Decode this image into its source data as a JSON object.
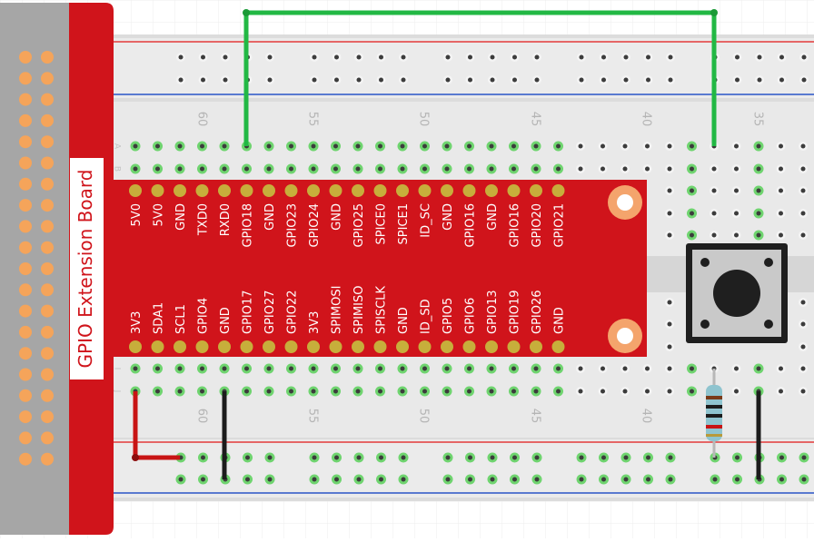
{
  "board": {
    "title": "GPIO Extension Board",
    "top_pins": [
      "5V0",
      "5V0",
      "GND",
      "TXD0",
      "RXD0",
      "GPIO18",
      "GND",
      "GPIO23",
      "GPIO24",
      "GND",
      "GPIO25",
      "SPICE0",
      "SPICE1",
      "ID_SC",
      "GND",
      "GPIO16",
      "GND",
      "GPIO16",
      "GPIO20",
      "GPIO21"
    ],
    "bottom_pins": [
      "3V3",
      "SDA1",
      "SCL1",
      "GPIO4",
      "GND",
      "GPIO17",
      "GPIO27",
      "GPIO22",
      "3V3",
      "SPIMOSI",
      "SPIMISO",
      "SPISCLK",
      "GND",
      "ID_SD",
      "GPIO5",
      "GPIO6",
      "GPIO13",
      "GPIO19",
      "GPIO26",
      "GND"
    ]
  },
  "breadboard": {
    "column_numbers_top": [
      "60",
      "55",
      "50",
      "45",
      "40",
      "35"
    ],
    "column_numbers_bottom": [
      "60",
      "55",
      "50",
      "45",
      "40"
    ],
    "row_letters": [
      "A",
      "B",
      "I",
      "J"
    ]
  },
  "colors": {
    "board_red": "#d0141b",
    "board_gray": "#a6a6a6",
    "header_pin": "#f5a45a",
    "pad_gold": "#c7ae3b",
    "mount_hole": "#f4a46c",
    "wire_green": "#22b844",
    "wire_red": "#c81414",
    "wire_black": "#1c1c1c",
    "rail_red": "#e33b3b",
    "rail_blue": "#2a55c8",
    "hole_active": "#6fd46f"
  }
}
